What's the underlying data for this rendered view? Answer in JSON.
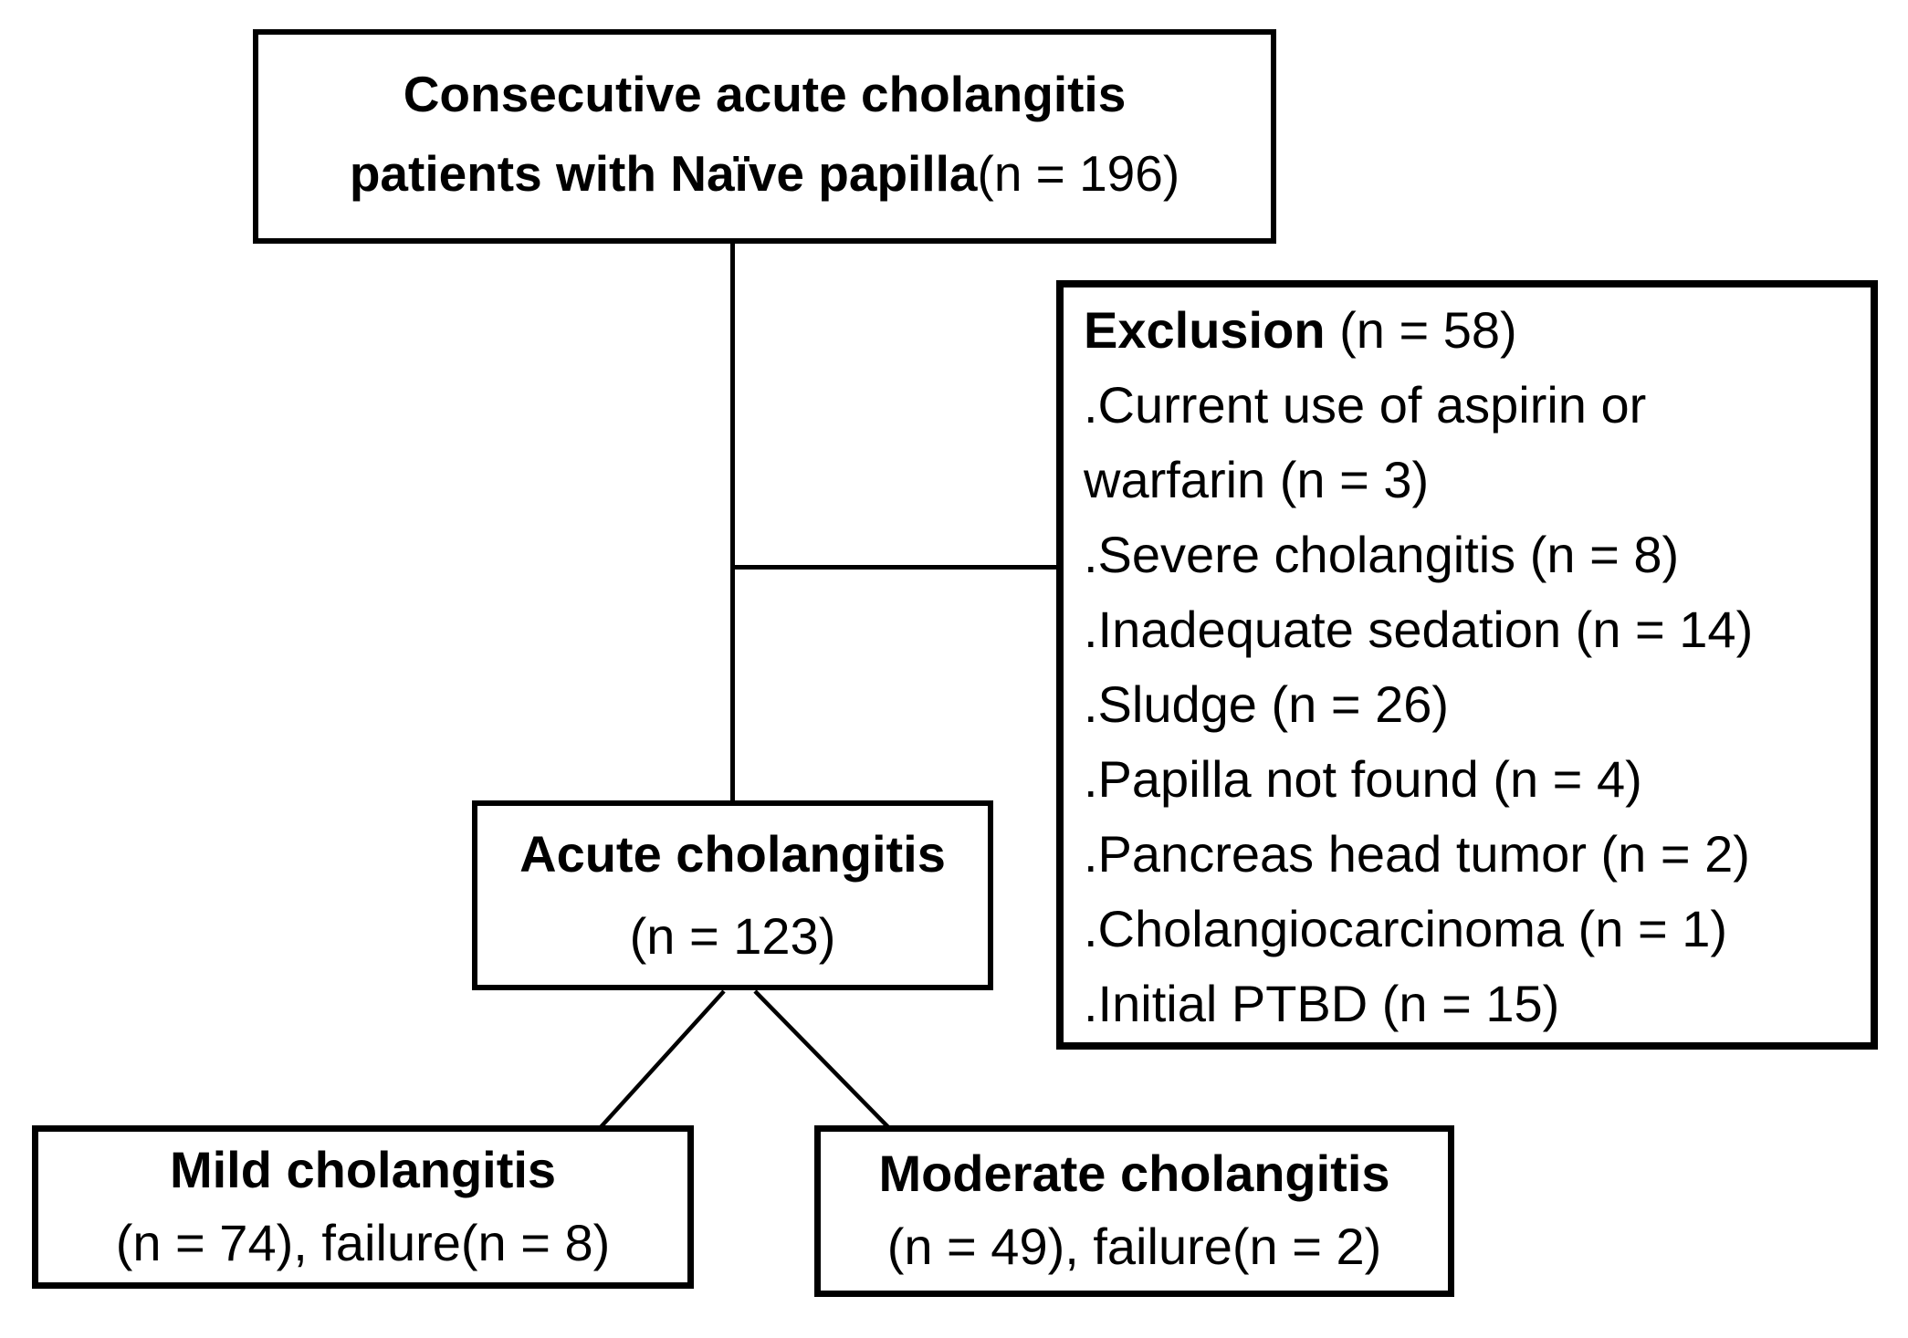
{
  "diagram": {
    "top_box": {
      "line1": "Consecutive acute cholangitis",
      "line2_bold": "patients with Naïve papilla",
      "line2_regular": "(n = 196)"
    },
    "exclusion_box": {
      "title_bold": "Exclusion",
      "title_regular": " (n = 58)",
      "items": [
        ".Current use of aspirin or",
        "warfarin (n = 3)",
        ".Severe cholangitis (n = 8)",
        ".Inadequate sedation (n = 14)",
        ".Sludge (n = 26)",
        ".Papilla not found (n = 4)",
        ".Pancreas head tumor (n = 2)",
        ".Cholangiocarcinoma (n = 1)",
        ".Initial PTBD (n = 15)"
      ]
    },
    "middle_box": {
      "line1": "Acute cholangitis",
      "line2": "(n = 123)"
    },
    "mild_box": {
      "line1": "Mild cholangitis",
      "line2": "(n = 74), failure(n = 8)"
    },
    "moderate_box": {
      "line1": "Moderate cholangitis",
      "line2": "(n = 49), failure(n = 2)"
    }
  },
  "colors": {
    "background": "#ffffff",
    "border": "#000000",
    "text": "#000000"
  }
}
